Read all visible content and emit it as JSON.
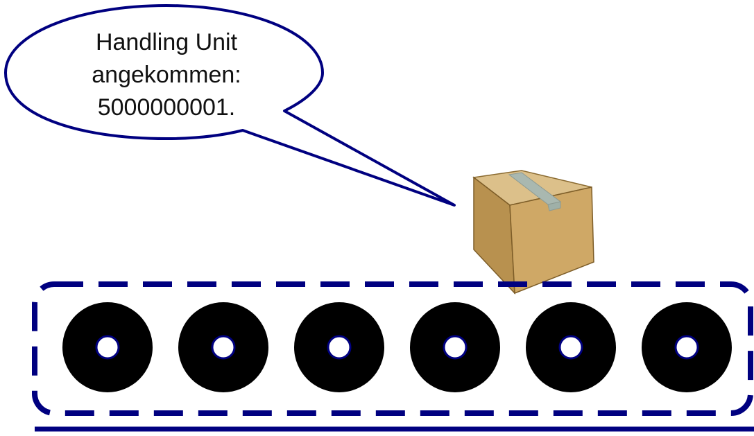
{
  "speech_bubble": {
    "lines": [
      "Handling Unit",
      "angekommen:",
      "5000000001."
    ]
  },
  "conveyor": {
    "roller_count": 6
  },
  "colors": {
    "outline": "#000080",
    "roller": "#000000",
    "hub": "#ffffff",
    "box_front": "#c8a464",
    "box_side": "#a98345",
    "box_top": "#dcc08a",
    "tape": "#a9b8b0"
  }
}
